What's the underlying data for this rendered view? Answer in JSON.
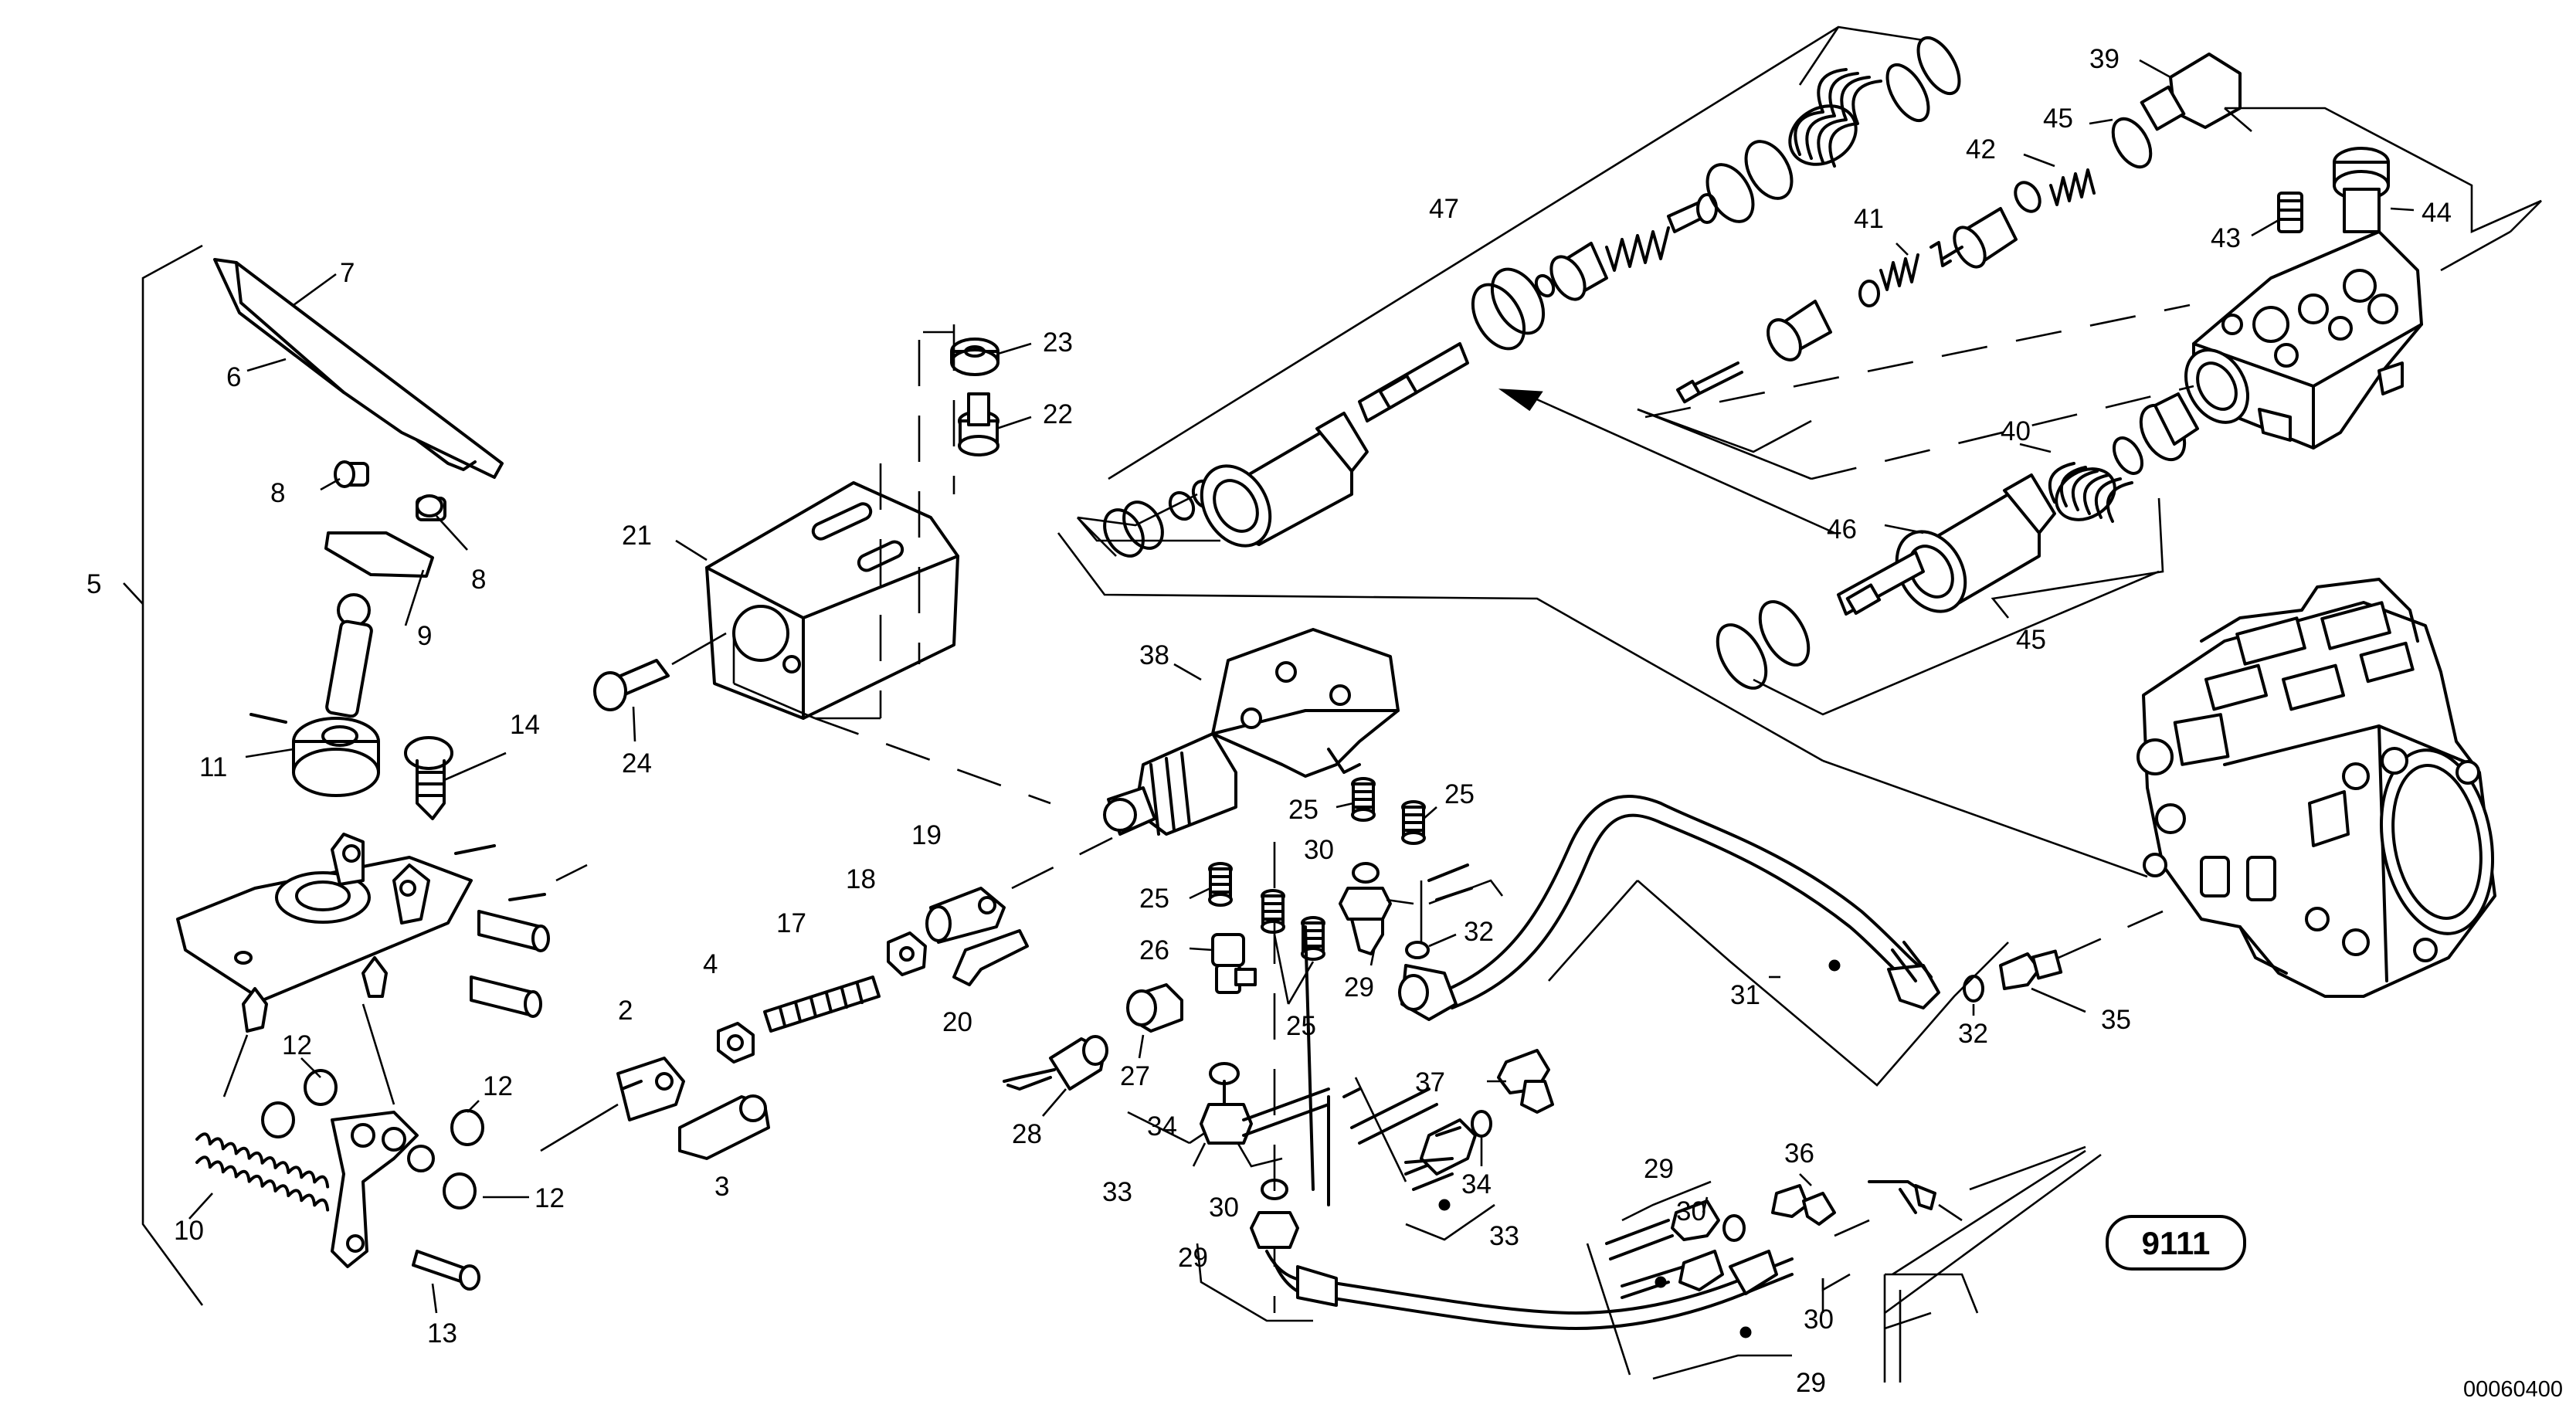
{
  "callouts": [
    {
      "id": "c-7",
      "text": "7"
    },
    {
      "id": "c-6",
      "text": "6"
    },
    {
      "id": "c-8a",
      "text": "8"
    },
    {
      "id": "c-8b",
      "text": "8"
    },
    {
      "id": "c-5",
      "text": "5"
    },
    {
      "id": "c-9",
      "text": "9"
    },
    {
      "id": "c-11",
      "text": "11"
    },
    {
      "id": "c-14",
      "text": "14"
    },
    {
      "id": "c-12a",
      "text": "12"
    },
    {
      "id": "c-12b",
      "text": "12"
    },
    {
      "id": "c-12c",
      "text": "12"
    },
    {
      "id": "c-10",
      "text": "10"
    },
    {
      "id": "c-13",
      "text": "13"
    },
    {
      "id": "c-2",
      "text": "2"
    },
    {
      "id": "c-4",
      "text": "4"
    },
    {
      "id": "c-3",
      "text": "3"
    },
    {
      "id": "c-17",
      "text": "17"
    },
    {
      "id": "c-18",
      "text": "18"
    },
    {
      "id": "c-19",
      "text": "19"
    },
    {
      "id": "c-20",
      "text": "20"
    },
    {
      "id": "c-21",
      "text": "21"
    },
    {
      "id": "c-24",
      "text": "24"
    },
    {
      "id": "c-23",
      "text": "23"
    },
    {
      "id": "c-22",
      "text": "22"
    },
    {
      "id": "c-38",
      "text": "38"
    },
    {
      "id": "c-47",
      "text": "47"
    },
    {
      "id": "c-39",
      "text": "39"
    },
    {
      "id": "c-45a",
      "text": "45"
    },
    {
      "id": "c-42",
      "text": "42"
    },
    {
      "id": "c-41",
      "text": "41"
    },
    {
      "id": "c-43",
      "text": "43"
    },
    {
      "id": "c-44",
      "text": "44"
    },
    {
      "id": "c-40",
      "text": "40"
    },
    {
      "id": "c-46",
      "text": "46"
    },
    {
      "id": "c-45b",
      "text": "45"
    },
    {
      "id": "c-25a",
      "text": "25"
    },
    {
      "id": "c-25b",
      "text": "25"
    },
    {
      "id": "c-25c",
      "text": "25"
    },
    {
      "id": "c-25d",
      "text": "25"
    },
    {
      "id": "c-30a",
      "text": "30"
    },
    {
      "id": "c-26",
      "text": "26"
    },
    {
      "id": "c-32a",
      "text": "32"
    },
    {
      "id": "c-29a",
      "text": "29"
    },
    {
      "id": "c-27",
      "text": "27"
    },
    {
      "id": "c-28",
      "text": "28"
    },
    {
      "id": "c-34a",
      "text": "34"
    },
    {
      "id": "c-33a",
      "text": "33"
    },
    {
      "id": "c-31",
      "text": "31"
    },
    {
      "id": "c-32b",
      "text": "32"
    },
    {
      "id": "c-35",
      "text": "35"
    },
    {
      "id": "c-37",
      "text": "37"
    },
    {
      "id": "c-34b",
      "text": "34"
    },
    {
      "id": "c-33b",
      "text": "33"
    },
    {
      "id": "c-30b",
      "text": "30"
    },
    {
      "id": "c-29b",
      "text": "29"
    },
    {
      "id": "c-29c",
      "text": "29"
    },
    {
      "id": "c-30c",
      "text": "30"
    },
    {
      "id": "c-36",
      "text": "36"
    },
    {
      "id": "c-30d",
      "text": "30"
    },
    {
      "id": "c-29d",
      "text": "29"
    }
  ],
  "reference_badge": "9111",
  "drawing_number": "00060400"
}
